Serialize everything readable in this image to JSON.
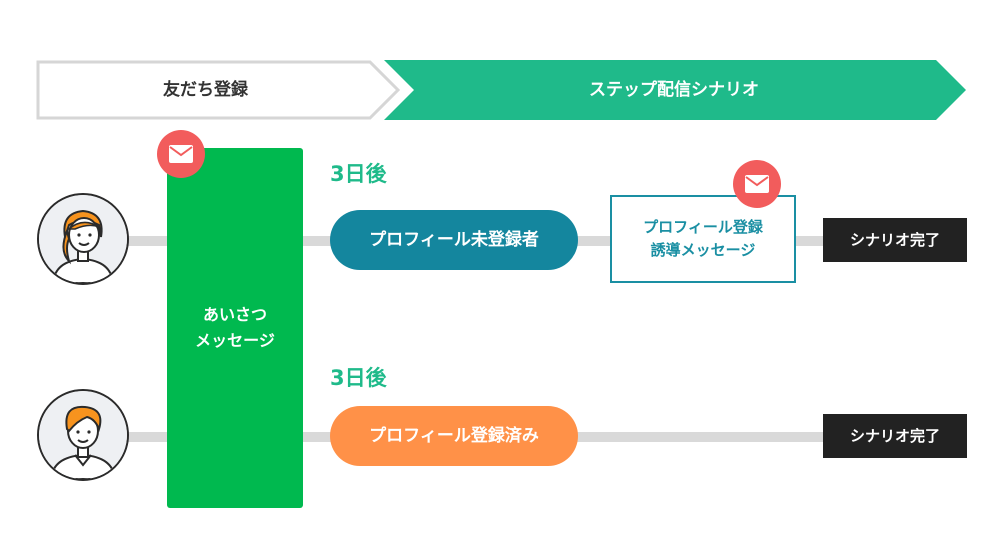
{
  "phases": {
    "registration": "友だち登録",
    "scenario": "ステップ配信シナリオ"
  },
  "greeting": {
    "line1": "あいさつ",
    "line2": "メッセージ"
  },
  "lanes": [
    {
      "days_label": "3日後",
      "segment": "プロフィール未登録者",
      "message": {
        "line1": "プロフィール登録",
        "line2": "誘導メッセージ"
      },
      "end": "シナリオ完了"
    },
    {
      "days_label": "3日後",
      "segment": "プロフィール登録済み",
      "end": "シナリオ完了"
    }
  ],
  "colors": {
    "scenario_arrow": "#1fba8a",
    "greeting_block": "#00b94f",
    "segment_unregistered": "#14869e",
    "segment_registered": "#ff9148",
    "message_border": "#1a8fa3",
    "mail_badge": "#f25c5c",
    "end_box": "#222222",
    "connector": "#d9d9d9"
  },
  "icons": [
    "mail-icon",
    "woman-avatar-icon",
    "man-avatar-icon"
  ]
}
